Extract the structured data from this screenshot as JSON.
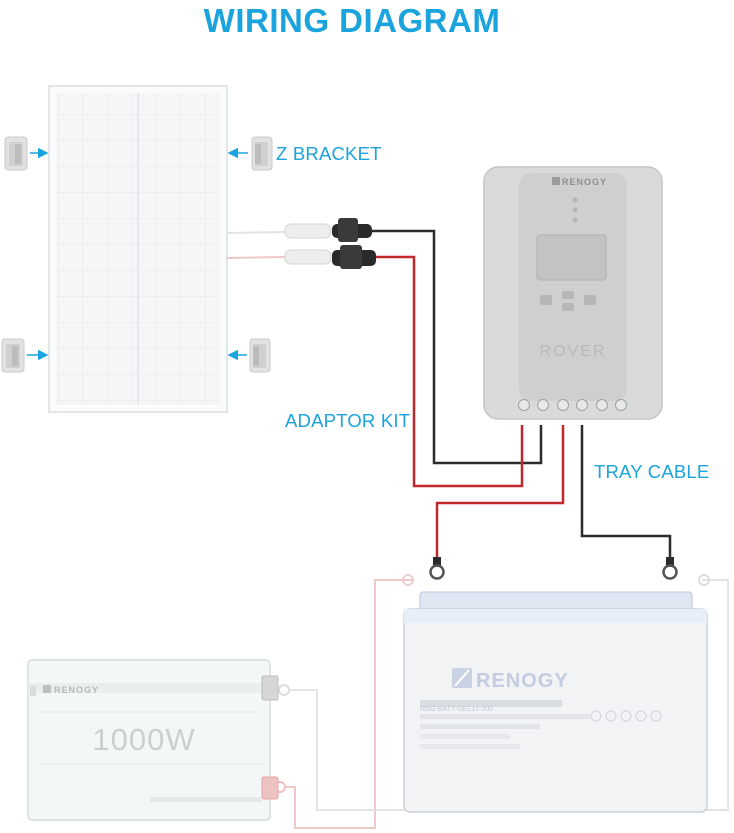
{
  "title": "WIRING DIAGRAM",
  "labels": {
    "z_bracket": "Z BRACKET",
    "adaptor_kit": "ADAPTOR KIT",
    "tray_cable": "TRAY CABLE"
  },
  "controller": {
    "brand": "RENOGY",
    "model": "ROVER"
  },
  "battery": {
    "brand": "RENOGY",
    "model": "RNG-BATT-GEL12-200"
  },
  "inverter": {
    "brand": "RENOGY",
    "power": "1000W"
  },
  "colors": {
    "accent": "#1aa3dc",
    "positive_wire": "#c0282d",
    "negative_wire": "#2b2b2b",
    "faded_wire": "#e6b3b3"
  },
  "icons": [
    "arrow-right-icon",
    "arrow-left-icon",
    "renogy-logo-icon",
    "ring-terminal-icon"
  ]
}
